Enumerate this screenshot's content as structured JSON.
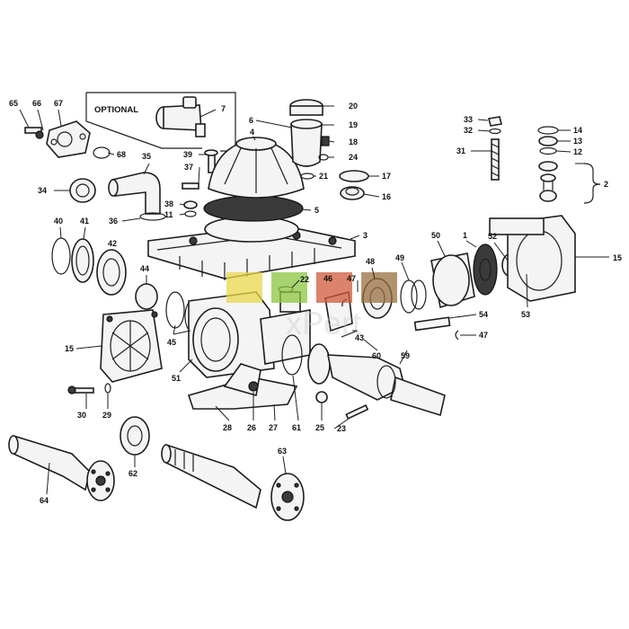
{
  "optional_label": "OPTIONAL",
  "watermark": "xPert",
  "callouts": [
    {
      "id": "c65",
      "text": "65"
    },
    {
      "id": "c66",
      "text": "66"
    },
    {
      "id": "c67",
      "text": "67"
    },
    {
      "id": "c68",
      "text": "68"
    },
    {
      "id": "c7",
      "text": "7"
    },
    {
      "id": "c6",
      "text": "6"
    },
    {
      "id": "c4",
      "text": "4"
    },
    {
      "id": "c20",
      "text": "20"
    },
    {
      "id": "c19",
      "text": "19"
    },
    {
      "id": "c18",
      "text": "18"
    },
    {
      "id": "c24",
      "text": "24"
    },
    {
      "id": "c21",
      "text": "21"
    },
    {
      "id": "c17",
      "text": "17"
    },
    {
      "id": "c16",
      "text": "16"
    },
    {
      "id": "c5",
      "text": "5"
    },
    {
      "id": "c3",
      "text": "3"
    },
    {
      "id": "c39",
      "text": "39"
    },
    {
      "id": "c37",
      "text": "37"
    },
    {
      "id": "c35",
      "text": "35"
    },
    {
      "id": "c34",
      "text": "34"
    },
    {
      "id": "c38",
      "text": "38"
    },
    {
      "id": "c11",
      "text": "11"
    },
    {
      "id": "c36",
      "text": "36"
    },
    {
      "id": "c40",
      "text": "40"
    },
    {
      "id": "c41",
      "text": "41"
    },
    {
      "id": "c42",
      "text": "42"
    },
    {
      "id": "c44",
      "text": "44"
    },
    {
      "id": "c45",
      "text": "45"
    },
    {
      "id": "c15a",
      "text": "15"
    },
    {
      "id": "c51",
      "text": "51"
    },
    {
      "id": "c30",
      "text": "30"
    },
    {
      "id": "c29",
      "text": "29"
    },
    {
      "id": "c22",
      "text": "22"
    },
    {
      "id": "c46",
      "text": "46"
    },
    {
      "id": "c47a",
      "text": "47"
    },
    {
      "id": "c48",
      "text": "48"
    },
    {
      "id": "c49",
      "text": "49"
    },
    {
      "id": "c50",
      "text": "50"
    },
    {
      "id": "c1",
      "text": "1"
    },
    {
      "id": "c52",
      "text": "52"
    },
    {
      "id": "c53",
      "text": "53"
    },
    {
      "id": "c15b",
      "text": "15"
    },
    {
      "id": "c54",
      "text": "54"
    },
    {
      "id": "c47b",
      "text": "47"
    },
    {
      "id": "c43",
      "text": "43"
    },
    {
      "id": "c60",
      "text": "60"
    },
    {
      "id": "c59",
      "text": "59"
    },
    {
      "id": "c28",
      "text": "28"
    },
    {
      "id": "c26",
      "text": "26"
    },
    {
      "id": "c27",
      "text": "27"
    },
    {
      "id": "c61",
      "text": "61"
    },
    {
      "id": "c25",
      "text": "25"
    },
    {
      "id": "c23",
      "text": "23"
    },
    {
      "id": "c62",
      "text": "62"
    },
    {
      "id": "c63",
      "text": "63"
    },
    {
      "id": "c64",
      "text": "64"
    },
    {
      "id": "c33",
      "text": "33"
    },
    {
      "id": "c32",
      "text": "32"
    },
    {
      "id": "c31",
      "text": "31"
    },
    {
      "id": "c14",
      "text": "14"
    },
    {
      "id": "c13",
      "text": "13"
    },
    {
      "id": "c12",
      "text": "12"
    },
    {
      "id": "c2",
      "text": "2"
    }
  ],
  "colors": {
    "ink": "#1e1e1e",
    "wm_yellow": "#e8d84a",
    "wm_green": "#8cc63f",
    "wm_red": "#d05a3a",
    "wm_brown": "#9a7040"
  }
}
